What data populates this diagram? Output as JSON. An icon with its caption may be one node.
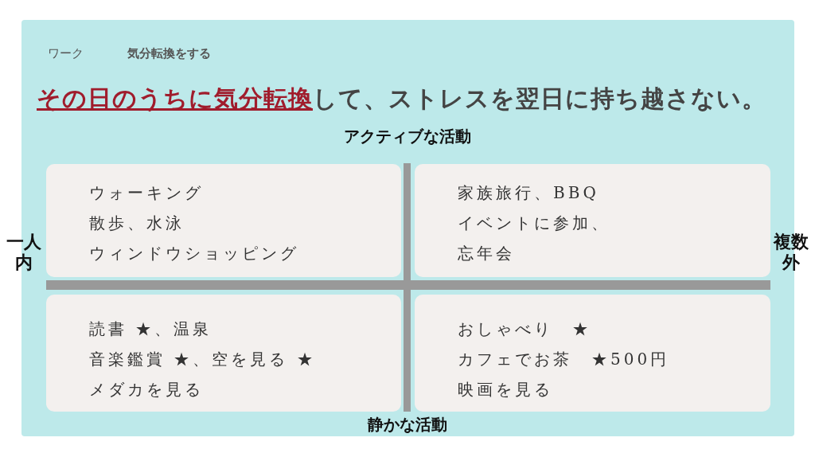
{
  "diagram": {
    "nodes": [
      {
        "text": [
          "ウォーキング",
          "散歩、水泳",
          "ウィンドウショッピング"
        ]
      },
      {
        "text": [
          "家族旅行、BBQ",
          "イベントに参加、",
          "忘年会"
        ]
      },
      {
        "text": [
          "読書 ★、温泉",
          "音楽鑑賞 ★、空を見る ★",
          "メダカを見る"
        ]
      },
      {
        "text": [
          "おしゃべり　★",
          "カフェでお茶　★500円",
          "映画を見る"
        ]
      }
    ],
    "labels": [
      "ワーク",
      "気分転換をする",
      "その日のうちに気分転換",
      "して、ストレスを翌日に持ち越さない。",
      "アクティブな活動",
      "一人内",
      "複数外",
      "静かな活動"
    ]
  }
}
